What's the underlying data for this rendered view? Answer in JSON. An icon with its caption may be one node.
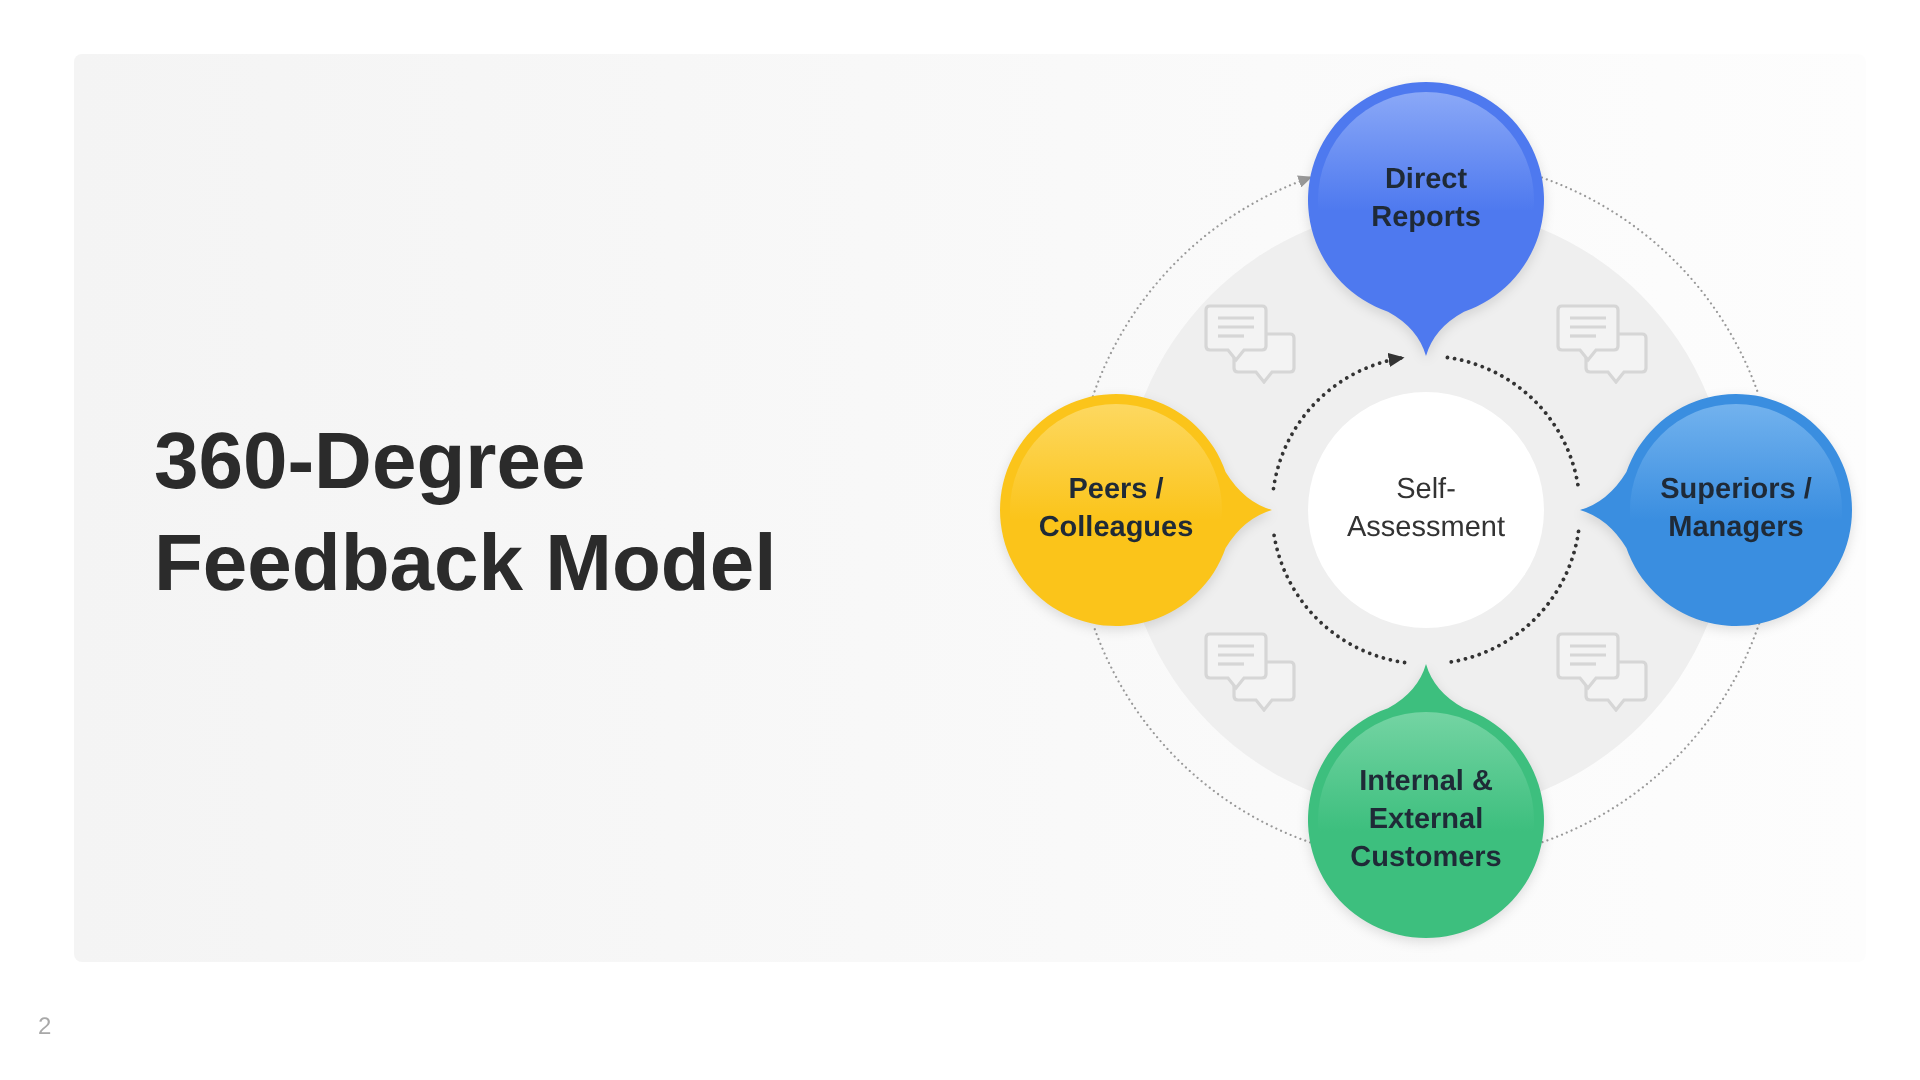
{
  "diagram": {
    "title": "360-Degree Feedback Model",
    "nodes": [
      {
        "text": [
          "Direct Reports"
        ]
      },
      {
        "text": [
          "Peers / Colleagues"
        ]
      },
      {
        "text": [
          "Self-Assessment"
        ]
      },
      {
        "text": [
          "Superiors / Managers"
        ]
      },
      {
        "text": [
          "Internal & External Customers"
        ]
      }
    ],
    "edges": [
      {
        "from": 1,
        "to": 0,
        "arrow": "to",
        "style": "dashed",
        "color": "#999999"
      },
      {
        "from": 0,
        "to": 3,
        "arrow": "none",
        "style": "dashed",
        "color": "#999999"
      },
      {
        "from": 3,
        "to": 4,
        "arrow": "none",
        "style": "dashed",
        "color": "#999999"
      },
      {
        "from": 4,
        "to": 1,
        "arrow": "none",
        "style": "dashed",
        "color": "#999999"
      },
      {
        "from": 1,
        "to": 0,
        "arrow": "to",
        "style": "dashed",
        "color": "#333333"
      },
      {
        "from": 0,
        "to": 3,
        "arrow": "none",
        "style": "dashed",
        "color": "#333333"
      },
      {
        "from": 3,
        "to": 4,
        "arrow": "none",
        "style": "dashed",
        "color": "#333333"
      },
      {
        "from": 4,
        "to": 1,
        "arrow": "none",
        "style": "dashed",
        "color": "#333333"
      }
    ],
    "labels": [
      "2"
    ]
  }
}
